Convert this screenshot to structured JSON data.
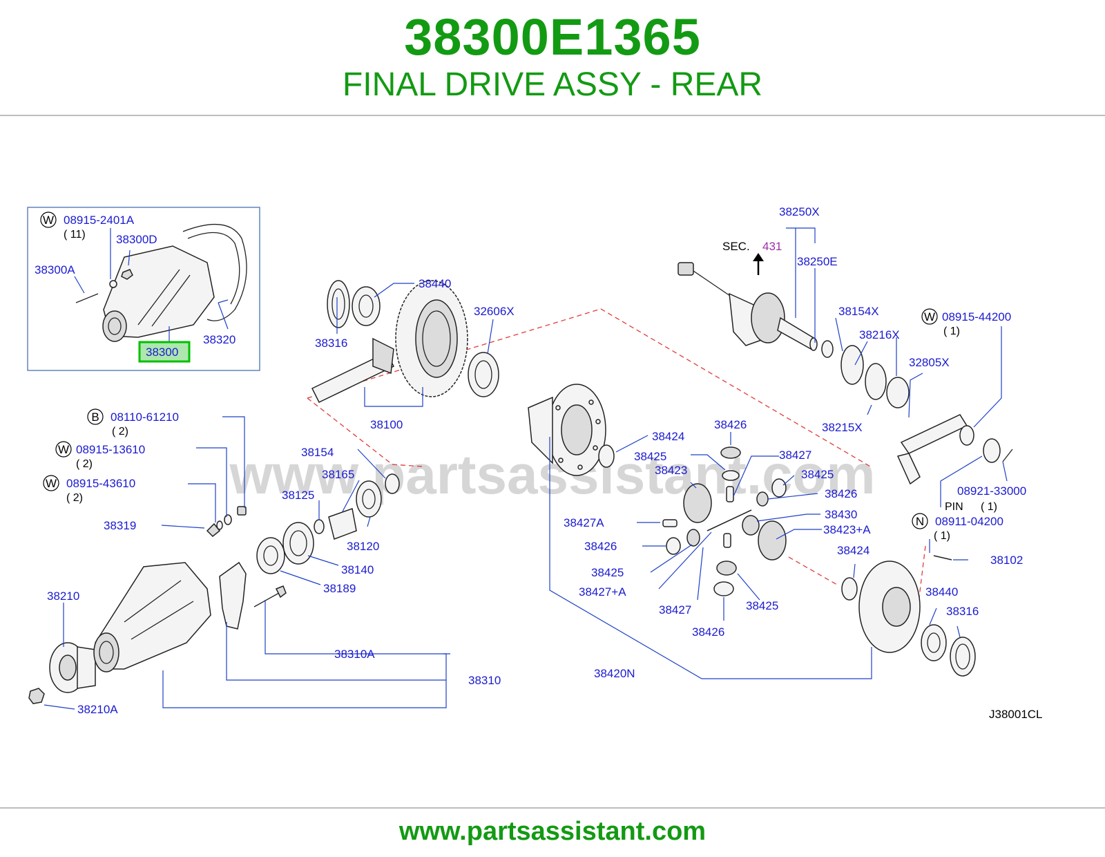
{
  "header": {
    "part_number": "38300E1365",
    "title": "FINAL DRIVE ASSY - REAR"
  },
  "watermark": "www.partsassistant.com",
  "footer": {
    "url": "www.partsassistant.com"
  },
  "diagram_code": "J38001CL",
  "section_ref": {
    "prefix": "SEC.",
    "number": "431"
  },
  "callouts": {
    "c_08915_2401A": "08915-2401A",
    "q_11": "( 11)",
    "c_38300D": "38300D",
    "c_38300A": "38300A",
    "c_38300": "38300",
    "c_38320": "38320",
    "c_08110_61210": "08110-61210",
    "q_2a": "( 2)",
    "c_08915_13610": "08915-13610",
    "q_2b": "( 2)",
    "c_08915_43610": "08915-43610",
    "q_2c": "( 2)",
    "c_38319": "38319",
    "c_38316_top": "38316",
    "c_38440_top": "38440",
    "c_32606X": "32606X",
    "c_38100": "38100",
    "c_38154": "38154",
    "c_38165": "38165",
    "c_38125": "38125",
    "c_38120": "38120",
    "c_38140": "38140",
    "c_38189": "38189",
    "c_38210": "38210",
    "c_38310A": "38310A",
    "c_38310": "38310",
    "c_38210A": "38210A",
    "c_38250X": "38250X",
    "c_38250E": "38250E",
    "c_38154X": "38154X",
    "c_38216X": "38216X",
    "c_08915_44200": "08915-44200",
    "q_1a": "( 1)",
    "c_32805X": "32805X",
    "c_38215X": "38215X",
    "c_38424_a": "38424",
    "c_38426_a": "38426",
    "c_38425_a": "38425",
    "c_38427_a": "38427",
    "c_38423": "38423",
    "c_38425_b": "38425",
    "c_38426_b": "38426",
    "c_38430": "38430",
    "c_38427A": "38427A",
    "c_38423A": "38423+A",
    "c_38426_c": "38426",
    "c_38424_b": "38424",
    "c_38425_c": "38425",
    "c_38427pA": "38427+A",
    "c_38427_b": "38427",
    "c_38425_d": "38425",
    "c_38426_d": "38426",
    "c_38420N": "38420N",
    "c_08921_33000": "08921-33000",
    "pin_text": "PIN",
    "q_1b": "( 1)",
    "c_08911_04200": "08911-04200",
    "q_1c": "( 1)",
    "c_38102": "38102",
    "c_38440_bot": "38440",
    "c_38316_bot": "38316"
  },
  "markers": {
    "W": "W",
    "B": "B",
    "N": "N"
  },
  "colors": {
    "brand_green": "#139a13",
    "callout_blue": "#1a1ad0",
    "leader_blue": "#1e40c8",
    "highlight_green": "#00c000",
    "section_purple": "#9b2fa8",
    "dash_red": "#e23b3b"
  }
}
